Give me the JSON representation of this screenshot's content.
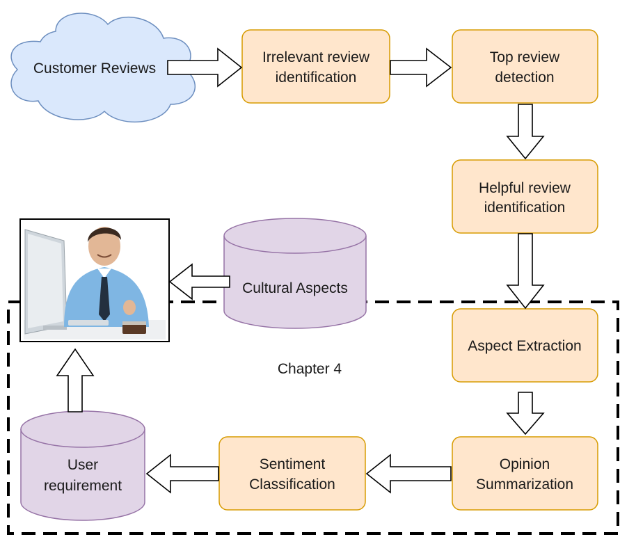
{
  "source": {
    "label": "Customer Reviews",
    "shape": "cloud"
  },
  "process_steps": {
    "irrelevant": [
      "Irrelevant review",
      "identification"
    ],
    "top": [
      "Top review",
      "detection"
    ],
    "helpful": [
      "Helpful review",
      "identification"
    ],
    "aspect": [
      "Aspect Extraction"
    ],
    "opinion": [
      "Opinion",
      "Summarization"
    ],
    "sentiment": [
      "Sentiment",
      "Classification"
    ]
  },
  "databases": {
    "cultural": [
      "Cultural Aspects"
    ],
    "user": [
      "User",
      "requirement"
    ]
  },
  "region_label": "Chapter 4",
  "icons": {
    "end_user": "person-at-computer-icon"
  },
  "colors": {
    "process_fill": "#ffe6cc",
    "process_stroke": "#d79b00",
    "cloud_fill": "#dae8fc",
    "cloud_stroke": "#6c8ebf",
    "db_fill": "#e1d5e7",
    "db_stroke": "#9673a6"
  }
}
